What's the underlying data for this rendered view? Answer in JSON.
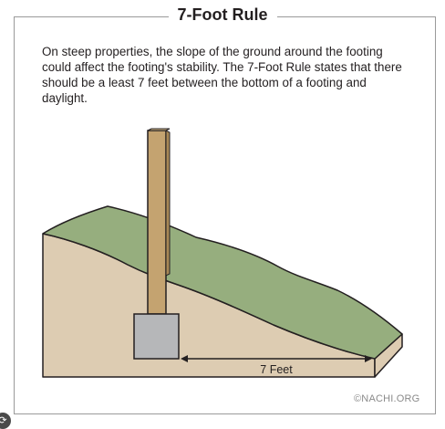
{
  "title": "7-Foot Rule",
  "description": "On steep properties, the slope of the ground around the footing could affect the footing's stability. The 7-Foot Rule states that there should be a least 7 feet between the bottom of a footing and daylight.",
  "dimension_label": "7 Feet",
  "credit": "©NACHI.ORG",
  "colors": {
    "grass": "#96ae7e",
    "soil": "#ddccb2",
    "post": "#c4a370",
    "footing": "#b6b7b9",
    "outline": "#231f20"
  },
  "icons": {
    "corner_badge": "arrows-icon"
  }
}
